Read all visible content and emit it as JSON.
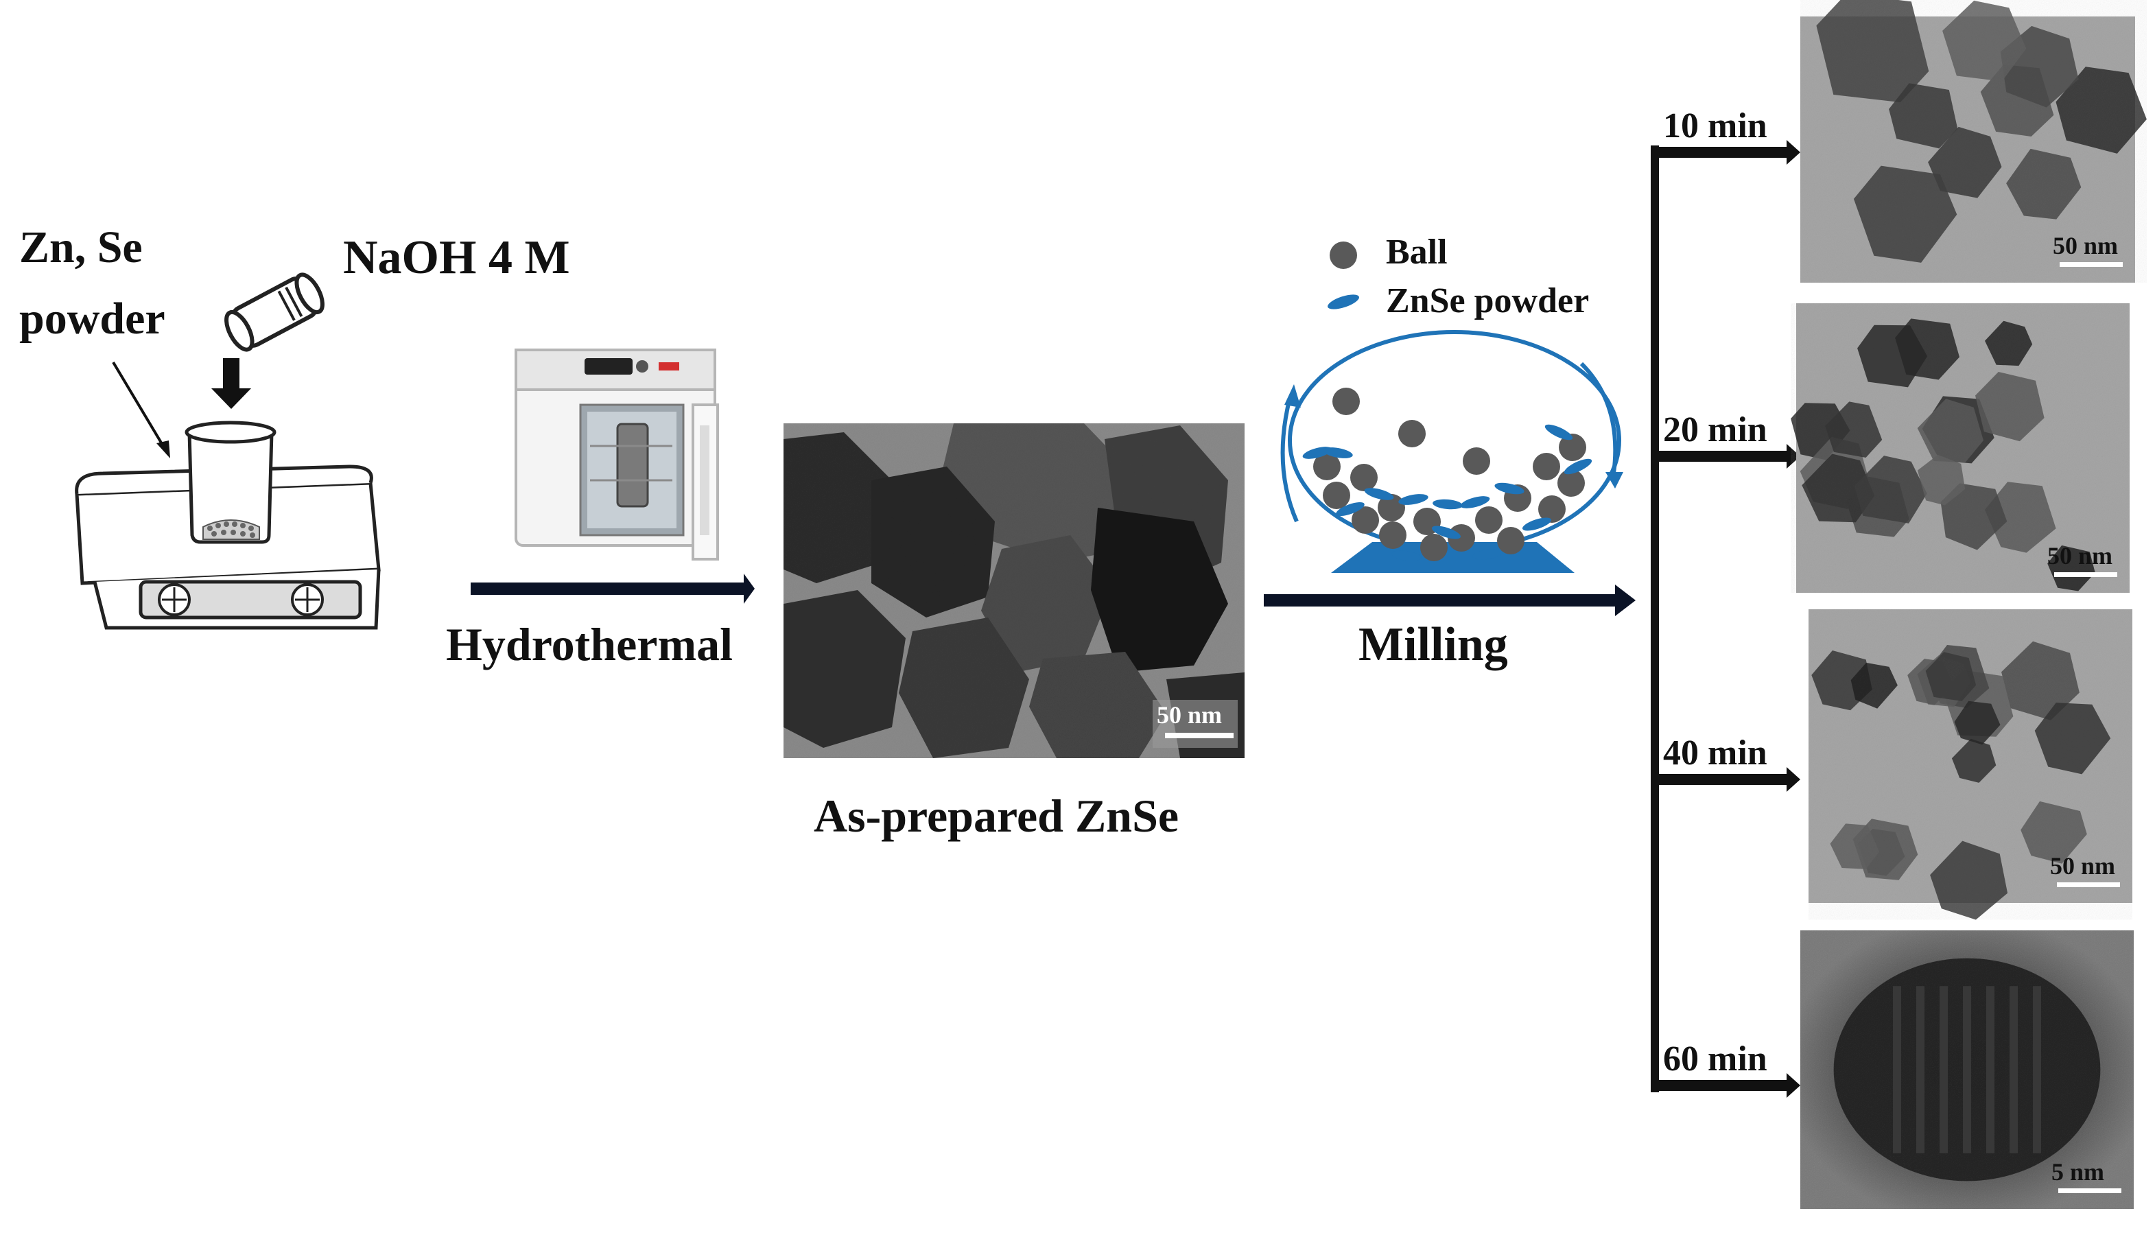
{
  "labels": {
    "precursor": [
      "Zn, Se",
      "powder"
    ],
    "naoh": "NaOH 4 M",
    "hydrothermal": "Hydrothermal",
    "as_prepared": "As-prepared ZnSe",
    "milling": "Milling"
  },
  "legend": {
    "ball": "Ball",
    "powder": "ZnSe powder"
  },
  "colors": {
    "arrow": "#0b1326",
    "mill_blue": "#1f73b7",
    "ball_gray": "#595959"
  },
  "scale_bars": {
    "as_prepared": "50 nm"
  },
  "milling_times": [
    {
      "time": "10 min",
      "scale": "50 nm"
    },
    {
      "time": "20 min",
      "scale": "50 nm"
    },
    {
      "time": "40 min",
      "scale": "50 nm"
    },
    {
      "time": "60 min",
      "scale": "5 nm"
    }
  ]
}
